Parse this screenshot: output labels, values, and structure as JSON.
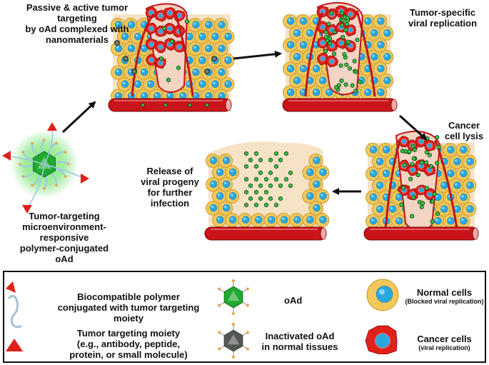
{
  "steps": {
    "targeting": [
      "Passive & active tumor targeting",
      "by oAd complexed with",
      "nanomaterials"
    ],
    "replication": [
      "Tumor-specific",
      "viral replication"
    ],
    "lysis": [
      "Cancer",
      "cell lysis"
    ],
    "release": [
      "Release of",
      "viral progeny",
      "for further infection"
    ],
    "oad_complex": [
      "Tumor-targeting",
      "microenvironment-responsive",
      "polymer-conjugated",
      "oAd"
    ]
  },
  "legend": {
    "polymer": [
      "Biocompatible polymer",
      "conjugated with tumor targeting moiety"
    ],
    "oad": "oAd",
    "normal_cells": "Normal cells",
    "normal_cells_note": "(Blocked viral replication)",
    "moiety": [
      "Tumor targeting moiety",
      "(e.g., antibody, peptide,",
      "protein, or small molecule)"
    ],
    "inactivated": [
      "Inactivated oAd",
      "in normal tissues"
    ],
    "cancer_cells": "Cancer cells",
    "cancer_cells_note": "(viral replication)"
  },
  "colors": {
    "normal_cell": "#f3c85a",
    "normal_cell_edge": "#c99a2e",
    "nucleus": "#29a8e0",
    "cancer_cell": "#e0201b",
    "virus_green": "#1faa2f",
    "virus_inactive": "#555555",
    "vessel": "#c8141a",
    "tumor_red": "#c0141b",
    "tissue_bg": "#f6e3c6",
    "moiety_red": "#e0201b",
    "polymer_blue": "#9fc6e8",
    "polymer_orange": "#e8a24a"
  }
}
